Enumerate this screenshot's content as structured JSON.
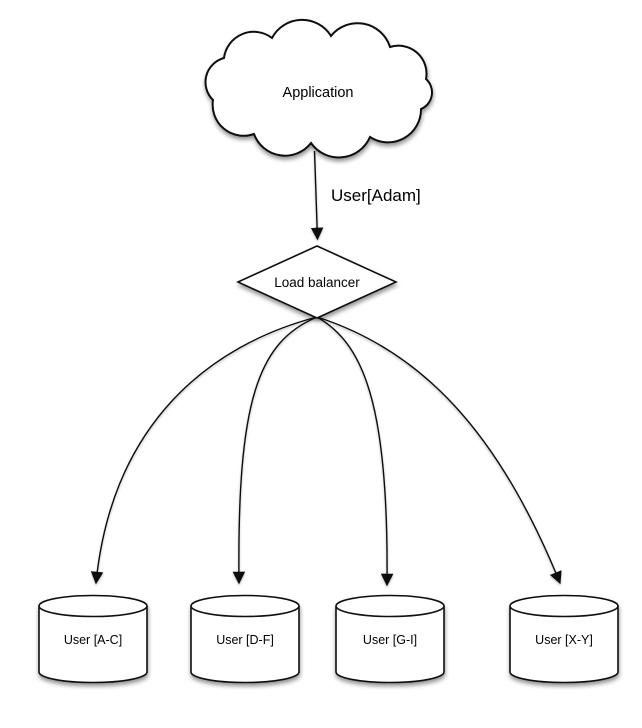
{
  "diagram": {
    "type": "architecture-flow-diagram",
    "background_color": "#ffffff",
    "stroke_color": "#111111",
    "node_fill_color": "#ffffff",
    "text_color": "#000000",
    "nodes": {
      "application": {
        "label": "Application",
        "shape": "cloud"
      },
      "load_balancer": {
        "label": "Load balancer",
        "shape": "diamond"
      },
      "shards": [
        {
          "label": "User [A-C]",
          "shape": "cylinder"
        },
        {
          "label": "User [D-F]",
          "shape": "cylinder"
        },
        {
          "label": "User [G-I]",
          "shape": "cylinder"
        },
        {
          "label": "User [X-Y]",
          "shape": "cylinder"
        }
      ]
    },
    "edges": {
      "app_to_lb": {
        "from": "Application",
        "to": "Load balancer",
        "label": "User[Adam]"
      },
      "lb_to_shards": [
        {
          "from": "Load balancer",
          "to": "User [A-C]"
        },
        {
          "from": "Load balancer",
          "to": "User [D-F]"
        },
        {
          "from": "Load balancer",
          "to": "User [G-I]"
        },
        {
          "from": "Load balancer",
          "to": "User [X-Y]"
        }
      ]
    }
  }
}
